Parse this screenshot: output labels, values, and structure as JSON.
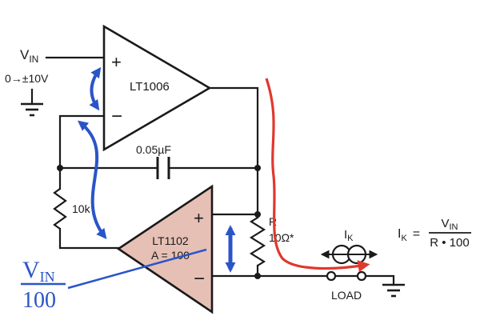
{
  "colors": {
    "wire": "#1a1a1a",
    "blue_annotation": "#2a55c8",
    "red_annotation": "#e0382e",
    "amp2_fill": "#e6c0b5"
  },
  "source": {
    "v": "V",
    "v_sub": "IN",
    "range": "0→±10V"
  },
  "amp1": {
    "name": "LT1006",
    "plus": "+",
    "minus": "−"
  },
  "amp2": {
    "name": "LT1102",
    "gain": "A = 100",
    "plus": "+",
    "minus": "−"
  },
  "cap": {
    "value": "0.05µF"
  },
  "r_feedback": {
    "value": "10k"
  },
  "r_sense": {
    "name": "R",
    "value": "10Ω*"
  },
  "load": {
    "label": "LOAD"
  },
  "current": {
    "i": "I",
    "sub": "K"
  },
  "formula": {
    "i": "I",
    "i_sub": "K",
    "eq": "=",
    "num": "V",
    "num_sub": "IN",
    "den": "R • 100"
  },
  "annotation": {
    "num": "V",
    "num_sub": "IN",
    "den": "100"
  }
}
